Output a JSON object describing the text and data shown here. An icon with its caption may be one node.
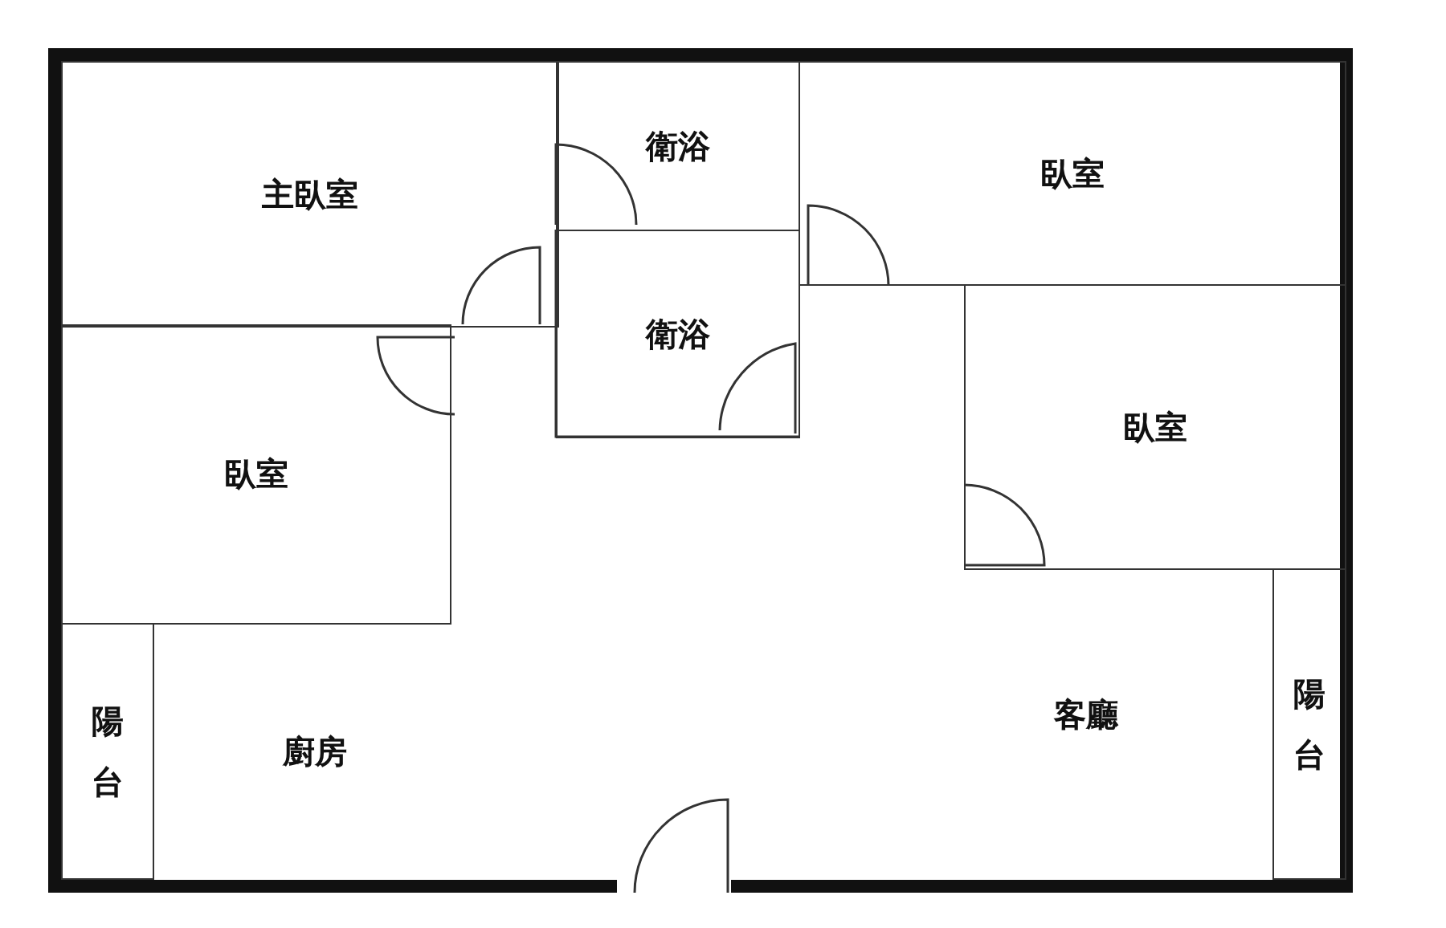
{
  "diagram": {
    "nodes": [
      {
        "text": [
          "主臥室"
        ]
      },
      {
        "text": [
          "衛浴"
        ]
      },
      {
        "text": [
          "臥室"
        ]
      },
      {
        "text": [
          "衛浴"
        ]
      },
      {
        "text": [
          "臥室"
        ]
      },
      {
        "text": [
          "臥室"
        ]
      },
      {
        "text": [
          "陽台"
        ]
      },
      {
        "text": [
          "陽台"
        ]
      }
    ],
    "labels": [
      "廚房",
      "客廳"
    ]
  }
}
